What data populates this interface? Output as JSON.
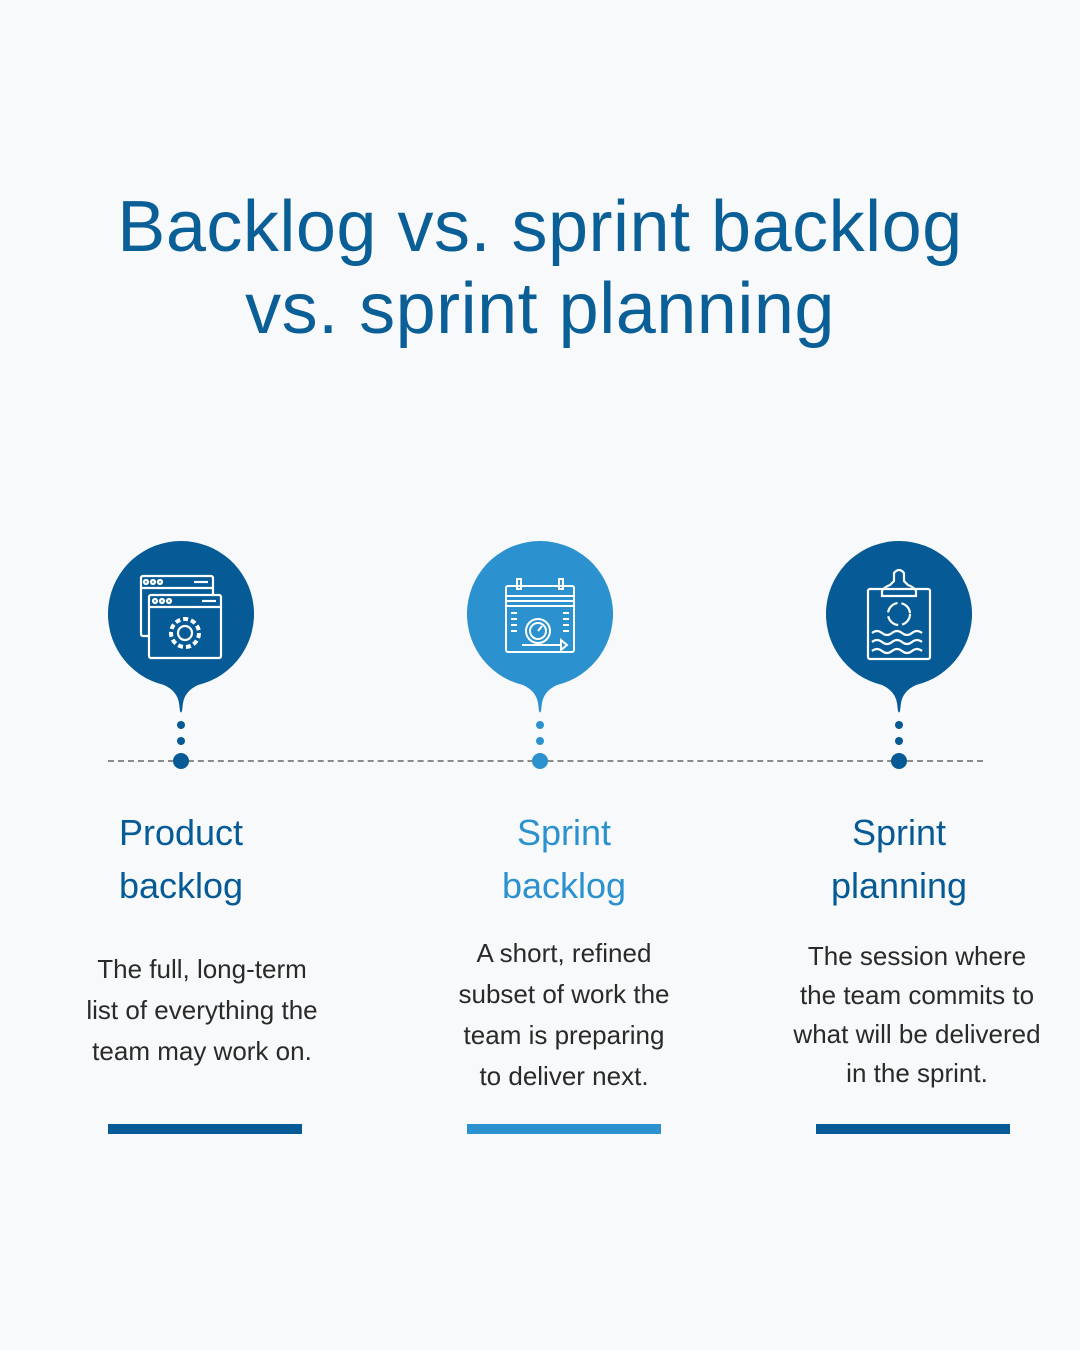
{
  "title": {
    "line1": "Backlog vs. sprint backlog",
    "line2": "vs. sprint planning"
  },
  "colors": {
    "dark_blue": "#065a96",
    "light_blue": "#2b92cf",
    "background": "#f8f9fa"
  },
  "items": [
    {
      "heading_line1": "Product",
      "heading_line2": "backlog",
      "icon": "browser-windows-gear-icon",
      "desc": [
        "The full, long-term",
        "list of everything the",
        "team may work on."
      ]
    },
    {
      "heading_line1": "Sprint",
      "heading_line2": "backlog",
      "icon": "calendar-stopwatch-icon",
      "desc": [
        "A short, refined",
        "subset of work the",
        "team is preparing",
        "to deliver next."
      ]
    },
    {
      "heading_line1": "Sprint",
      "heading_line2": "planning",
      "icon": "clipboard-cycle-icon",
      "desc": [
        "The session where",
        "the team commits to",
        "what will be delivered",
        "in the sprint."
      ]
    }
  ]
}
